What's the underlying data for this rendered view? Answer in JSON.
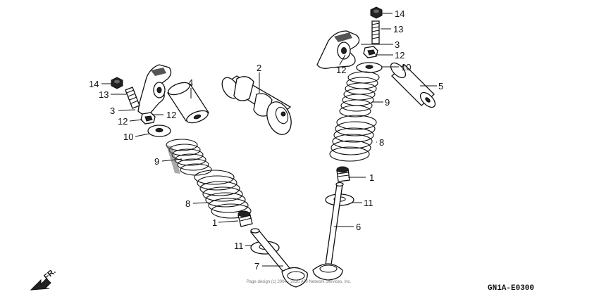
{
  "callouts": {
    "c14_left": "14",
    "c13_left": "13",
    "c3_left": "3",
    "c12_left_a": "12",
    "c12_left_b": "12",
    "c10_left": "10",
    "c9_left": "9",
    "c8_left": "8",
    "c1_left": "1",
    "c11_left": "11",
    "c7": "7",
    "c4": "4",
    "c2": "2",
    "c14_right": "14",
    "c13_right": "13",
    "c3_right": "3",
    "c12_right_a": "12",
    "c12_right_b": "12",
    "c10_right": "10",
    "c5": "5",
    "c9_right": "9",
    "c8_right": "8",
    "c1_right": "1",
    "c11_right": "11",
    "c6": "6"
  },
  "footer": {
    "copyright": "Page design (c) 2004 - 2020 ARI Network Services, Inc.",
    "diagram_code": "GN1A-E0300",
    "direction_label": "FR."
  }
}
